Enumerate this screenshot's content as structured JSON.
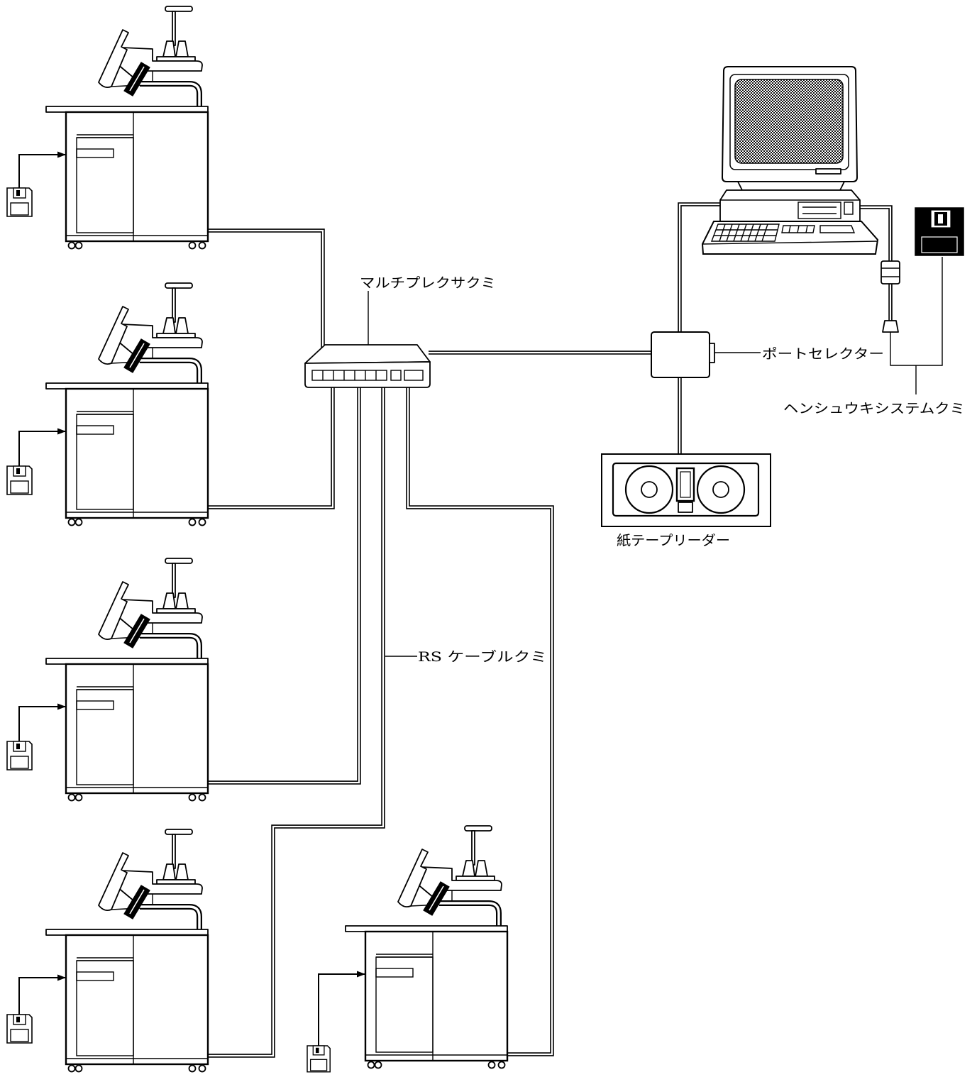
{
  "labels": {
    "multiplexer": "マルチプレクサクミ",
    "port_selector": "ポートセレクター",
    "editing_system": "ヘンシュウキシステムクミ",
    "tape_reader": "紙テープリーダー",
    "rs_cable": "RS ケーブルクミ"
  },
  "colors": {
    "line": "#000000",
    "background": "#ffffff"
  }
}
